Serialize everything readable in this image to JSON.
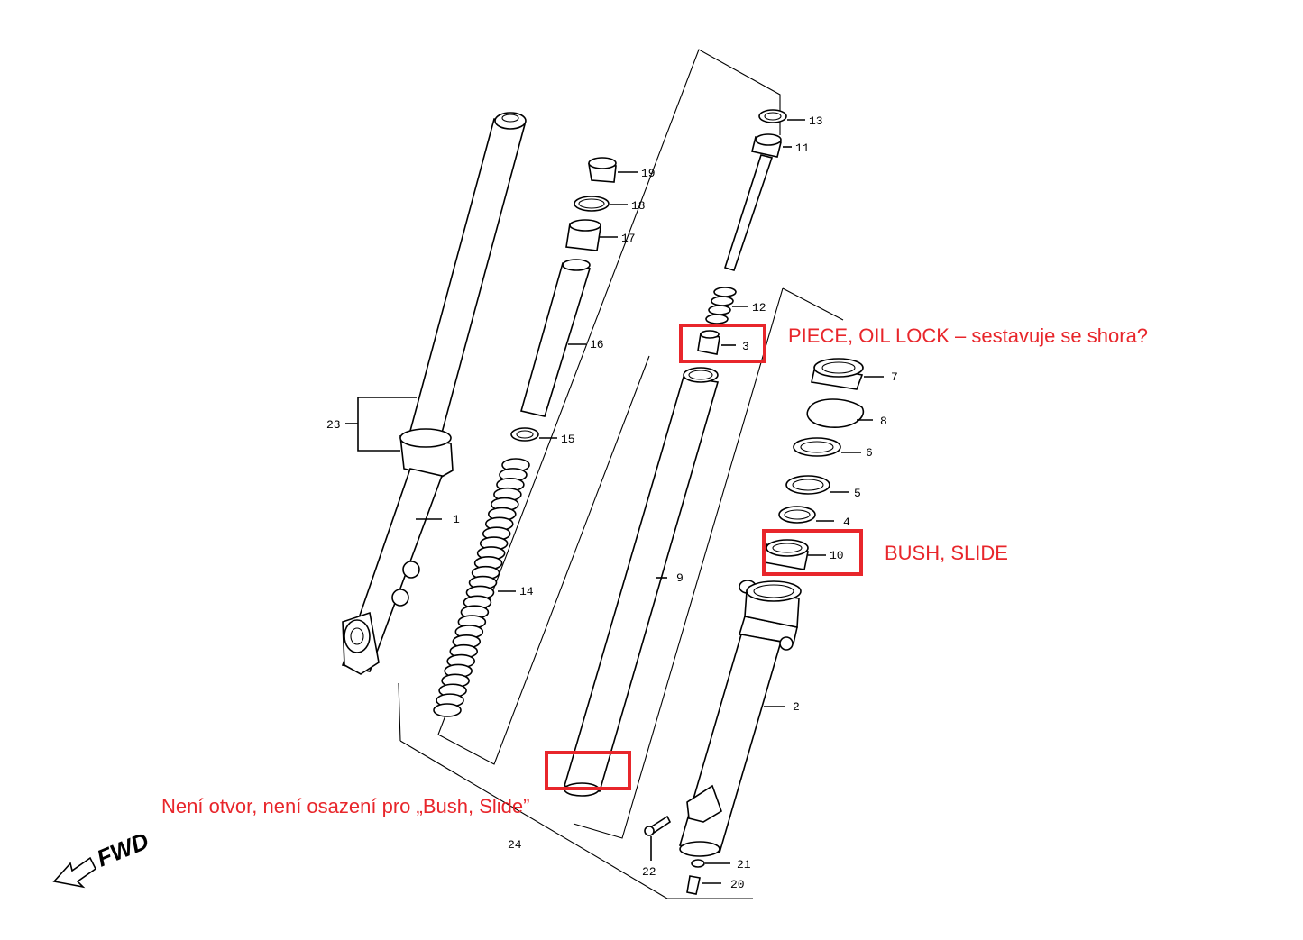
{
  "diagram": {
    "part_labels": {
      "p1": "1",
      "p2": "2",
      "p3": "3",
      "p4": "4",
      "p5": "5",
      "p6": "6",
      "p7": "7",
      "p8": "8",
      "p9": "9",
      "p10": "10",
      "p11": "11",
      "p12": "12",
      "p13": "13",
      "p14": "14",
      "p15": "15",
      "p16": "16",
      "p17": "17",
      "p18": "18",
      "p19": "19",
      "p20": "20",
      "p21": "21",
      "p22": "22",
      "p23": "23",
      "p24": "24"
    },
    "fwd_label": "FWD"
  },
  "annotations": {
    "oil_lock_note": "PIECE, OIL LOCK – sestavuje se shora?",
    "bush_slide_note": "BUSH, SLIDE",
    "no_hole_note": "Není otvor, není osazení pro „Bush, Slide”",
    "color": "#e8262b"
  }
}
